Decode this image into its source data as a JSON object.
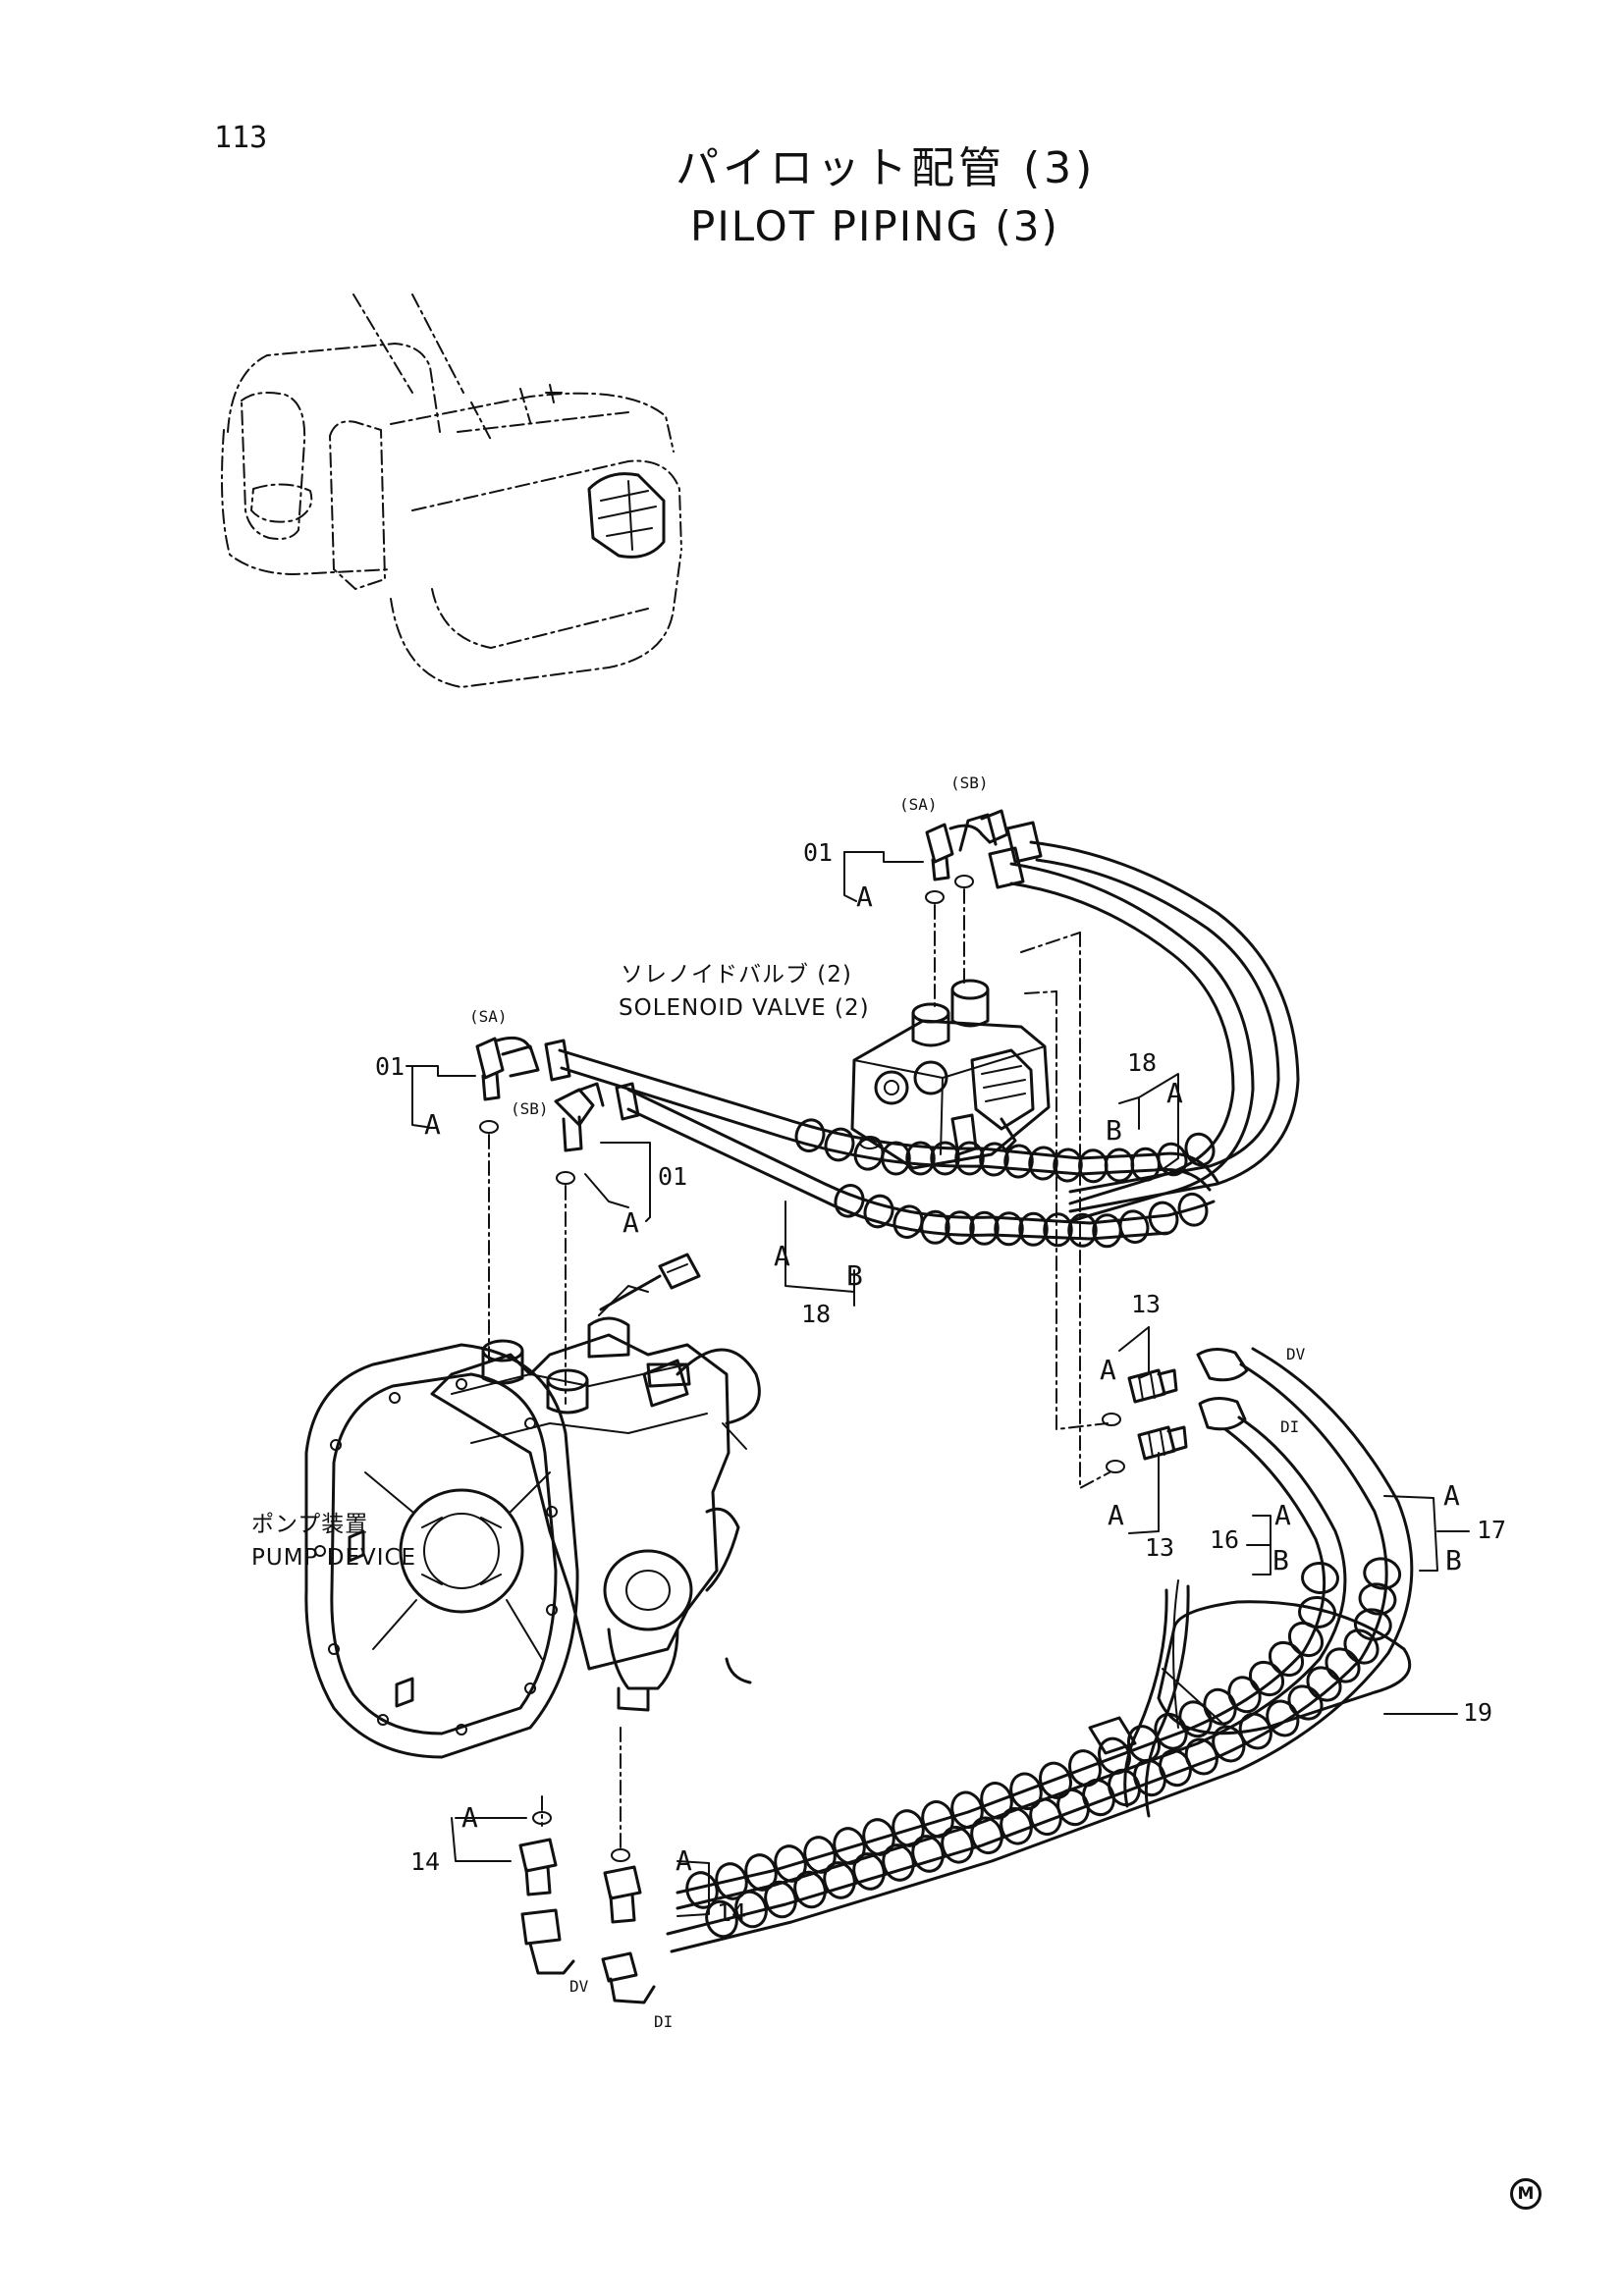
{
  "page_number": "113",
  "title_ja": "パイロット配管 (3)",
  "title_en": "PILOT PIPING (3)",
  "components": {
    "solenoid_valve_ja": "ソレノイドバルブ (2)",
    "solenoid_valve_en": "SOLENOID VALVE (2)",
    "pump_device_ja": "ポンプ装置",
    "pump_device_en": "PUMP DEVICE"
  },
  "port_tags": {
    "sa": "(SA)",
    "sb": "(SB)",
    "dv": "DV",
    "di": "DI"
  },
  "callouts": {
    "p01": "01",
    "p13": "13",
    "p14": "14",
    "p16": "16",
    "p17": "17",
    "p18": "18",
    "p19": "19"
  },
  "ref_letters": {
    "a": "A",
    "b": "B"
  },
  "maker_mark": "M",
  "icons": [
    "excavator-location-icon",
    "solenoid-valve-icon",
    "pump-device-icon"
  ]
}
